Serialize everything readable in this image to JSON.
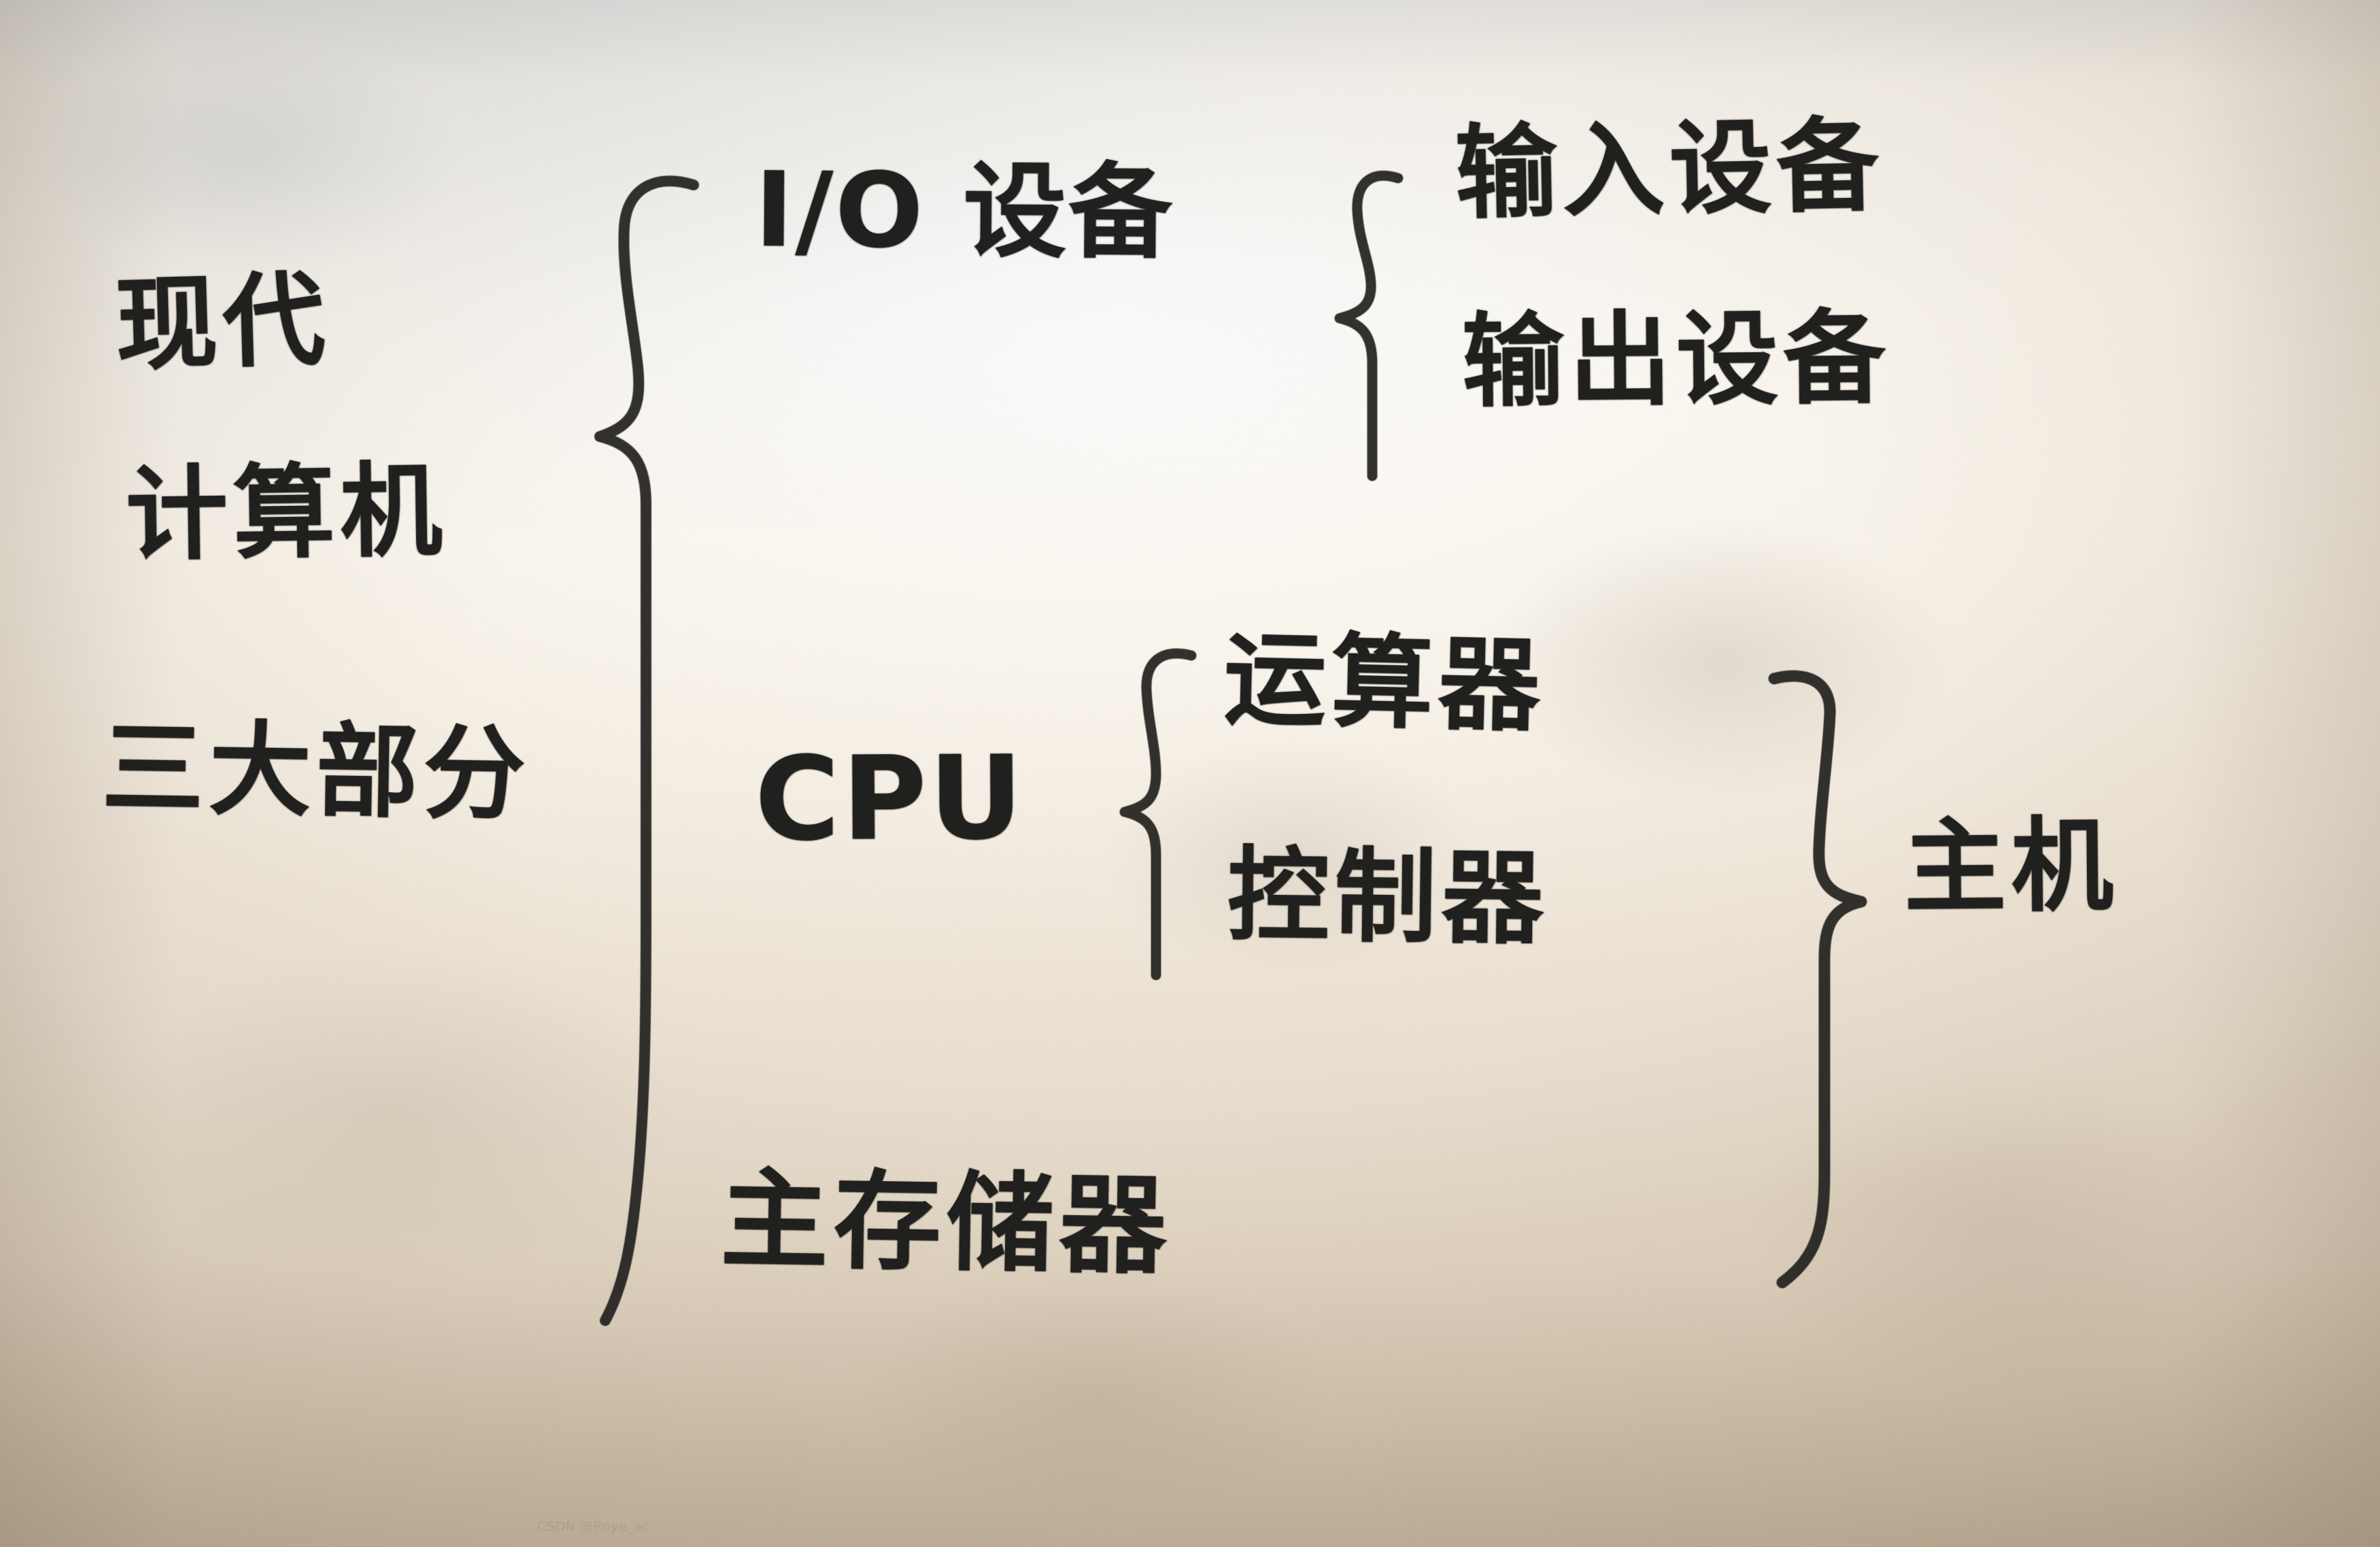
{
  "media": {
    "kind": "photograph-of-handwritten-note",
    "paper_color": "#efe8dd",
    "ink_color": "#20201e"
  },
  "diagram": {
    "type": "hierarchical-bracket-outline",
    "language": "zh-Hans",
    "root": {
      "label_line_1": "现代",
      "label_line_2": "计算机",
      "label_line_3": "三大部分",
      "full_label": "现代计算机三大部分"
    },
    "branches": [
      {
        "id": "io",
        "label": "I/O 设备",
        "children": [
          {
            "id": "input-device",
            "label": "输入设备"
          },
          {
            "id": "output-device",
            "label": "输出设备"
          }
        ]
      },
      {
        "id": "cpu",
        "label": "CPU",
        "children": [
          {
            "id": "alu",
            "label": "运算器"
          },
          {
            "id": "control-unit",
            "label": "控制器"
          }
        ]
      },
      {
        "id": "main-memory",
        "label": "主存储器",
        "children": []
      }
    ],
    "grouping": {
      "id": "host",
      "label": "主机",
      "members": [
        "cpu",
        "main-memory"
      ]
    },
    "braces": [
      {
        "id": "root-brace",
        "direction": "right-opening",
        "groups": [
          "io",
          "cpu",
          "main-memory"
        ]
      },
      {
        "id": "io-brace",
        "direction": "right-opening",
        "groups": [
          "input-device",
          "output-device"
        ]
      },
      {
        "id": "cpu-brace",
        "direction": "right-opening",
        "groups": [
          "alu",
          "control-unit"
        ]
      },
      {
        "id": "host-brace",
        "direction": "left-opening",
        "groups": [
          "cpu",
          "main-memory"
        ],
        "label": "主机"
      }
    ]
  },
  "watermark": {
    "text": "CSDN @Roye_ac"
  }
}
